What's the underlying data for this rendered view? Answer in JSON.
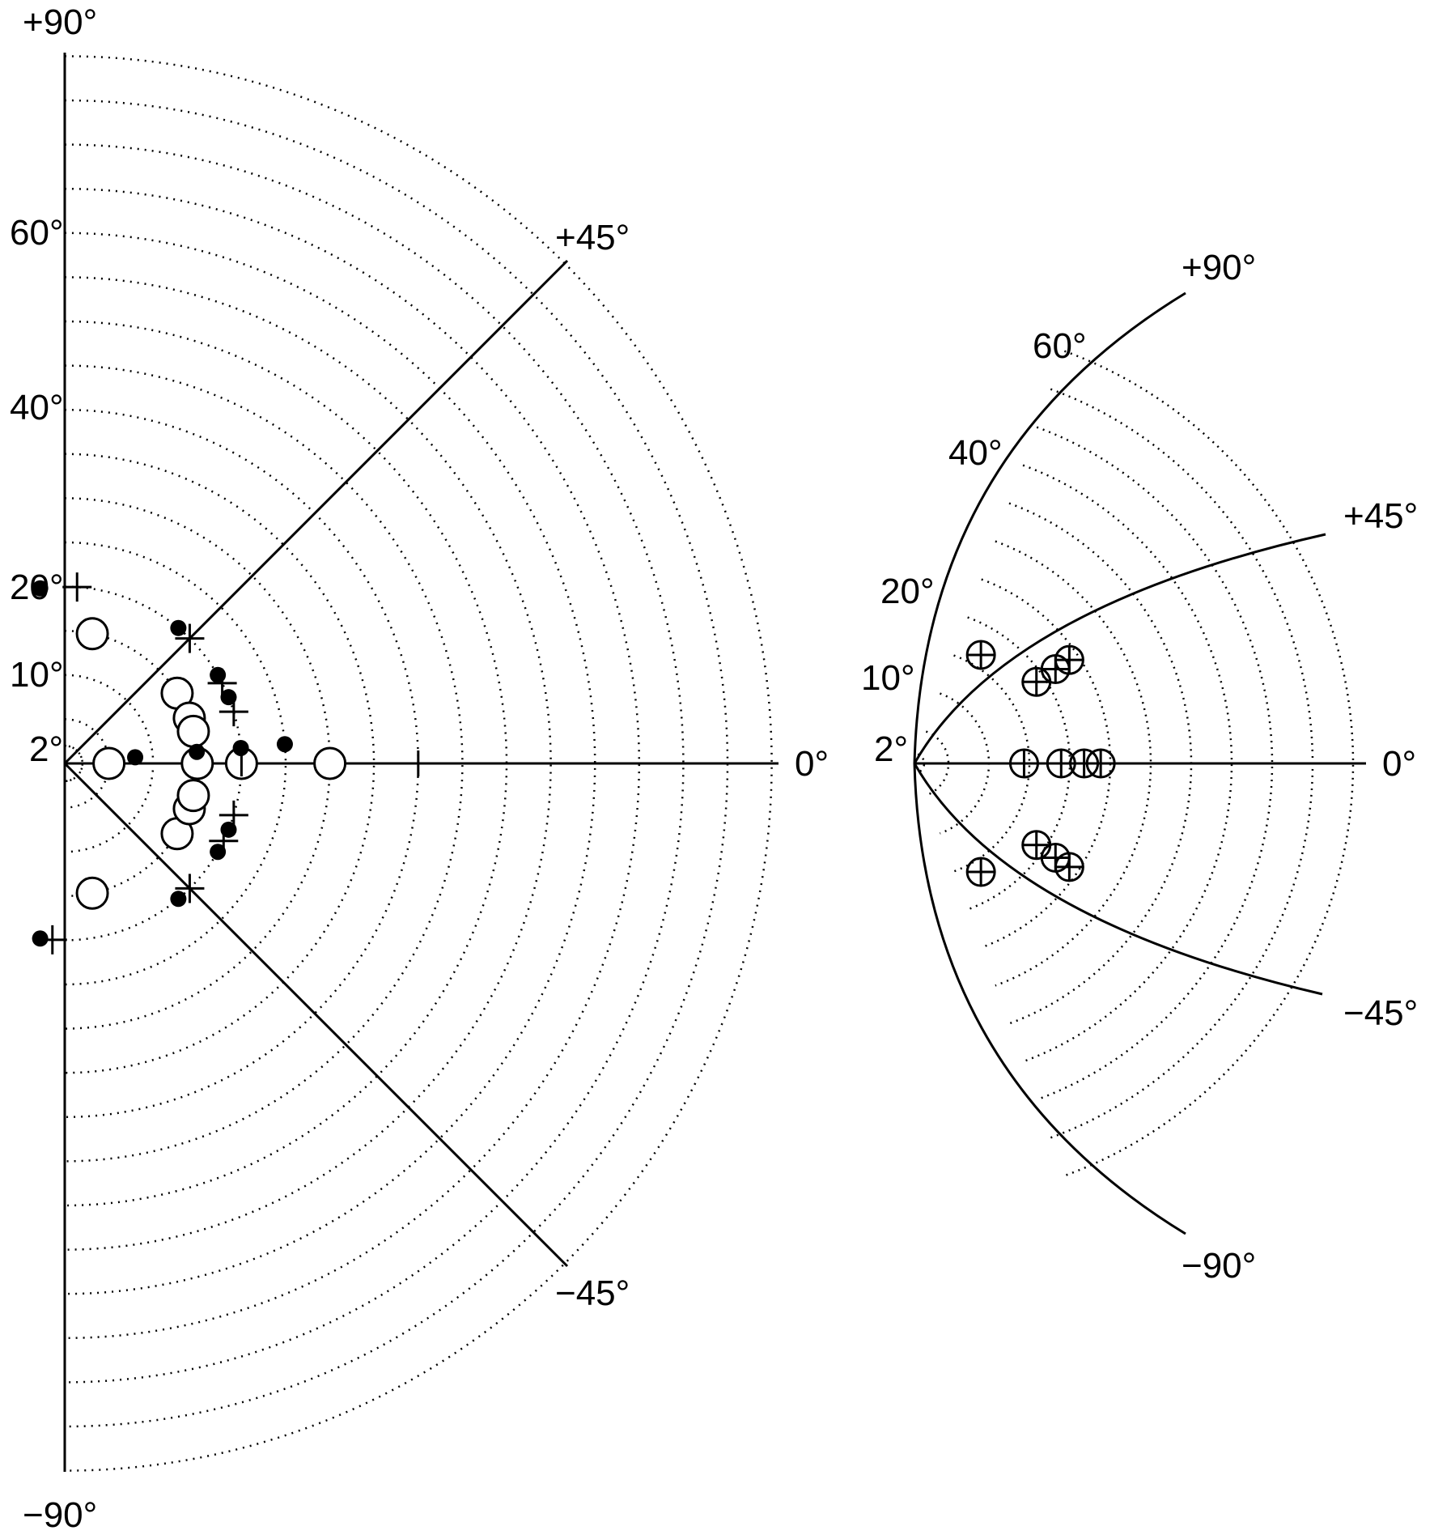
{
  "colors": {
    "ink": "#000000",
    "background": "#ffffff"
  },
  "left_panel": {
    "angle_labels": {
      "top": "+90°",
      "upper_diag": "+45°",
      "horizontal": "0°",
      "lower_diag": "−45°",
      "bottom": "−90°"
    },
    "ecc_labels": [
      "60°",
      "40°",
      "20°",
      "10°",
      "2°"
    ],
    "eccentricity_rings_deg": [
      2,
      5,
      10,
      15,
      20,
      25,
      30,
      35,
      40,
      45,
      50,
      55,
      60,
      65,
      70,
      75,
      80
    ],
    "markers": {
      "plus": [
        [
          20,
          86
        ],
        [
          20,
          45
        ],
        [
          20,
          27
        ],
        [
          20,
          17
        ],
        [
          20,
          -94
        ],
        [
          20,
          -45
        ],
        [
          20,
          -26
        ],
        [
          20,
          -17
        ]
      ],
      "open_circle": [
        [
          15,
          78
        ],
        [
          15,
          32
        ],
        [
          15,
          20
        ],
        [
          15,
          14
        ],
        [
          15,
          -78
        ],
        [
          15,
          -32
        ],
        [
          15,
          -20
        ],
        [
          15,
          -14
        ],
        [
          5,
          0
        ],
        [
          15,
          0
        ],
        [
          20,
          0
        ],
        [
          30,
          0
        ]
      ],
      "filled_dot": [
        [
          20,
          98
        ],
        [
          20,
          50
        ],
        [
          20,
          30
        ],
        [
          20,
          22
        ],
        [
          20,
          -98
        ],
        [
          20,
          -50
        ],
        [
          20,
          -30
        ],
        [
          20,
          -22
        ],
        [
          8,
          5
        ],
        [
          15,
          5
        ],
        [
          20,
          5
        ],
        [
          25,
          5
        ]
      ],
      "tick": [
        [
          20,
          0
        ],
        [
          40,
          0
        ]
      ]
    }
  },
  "right_panel": {
    "angle_labels": {
      "top": "+90°",
      "upper_diag": "+45°",
      "horizontal": "0°",
      "lower_diag": "−45°",
      "bottom": "−90°"
    },
    "ecc_labels": [
      "60°",
      "40°",
      "20°",
      "10°",
      "2°"
    ],
    "markers_circle_plus": [
      [
        5,
        0
      ],
      [
        10,
        0
      ],
      [
        15,
        0
      ],
      [
        20,
        0
      ],
      [
        10,
        45
      ],
      [
        15,
        45
      ],
      [
        20,
        45
      ],
      [
        10,
        -45
      ],
      [
        15,
        -45
      ],
      [
        20,
        -45
      ],
      [
        7,
        78
      ],
      [
        7,
        -78
      ]
    ]
  }
}
